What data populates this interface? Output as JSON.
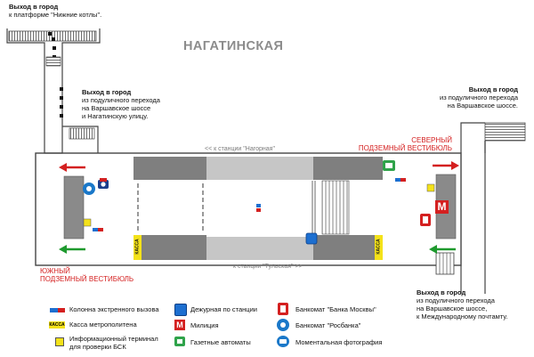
{
  "station": {
    "name": "НАГАТИНСКАЯ"
  },
  "exits": {
    "top_left": {
      "title": "Выход в город",
      "text": "к платформе \"Нижние котлы\"."
    },
    "mid_left": {
      "title": "Выход в город",
      "lines": [
        "из подуличного перехода",
        "на Варшавское шоссе",
        "и Нагатинскую улицу."
      ]
    },
    "top_right": {
      "title": "Выход в город",
      "lines": [
        "из подуличного перехода",
        "на Варшавское шоссе."
      ]
    },
    "bottom_right": {
      "title": "Выход в город",
      "lines": [
        "из подуличного перехода",
        "на Варшавское шоссе,",
        "к Международному почтамту."
      ]
    }
  },
  "directions": {
    "north": "<< к станции \"Нагорная\"",
    "south": "к станции \"Тульская\" >>"
  },
  "vestibules": {
    "north": [
      "СЕВЕРНЫЙ",
      "ПОДЗЕМНЫЙ ВЕСТИБЮЛЬ"
    ],
    "south": [
      "ЮЖНЫЙ",
      "ПОДЗЕМНЫЙ ВЕСТИБЮЛЬ"
    ]
  },
  "booth_label": "КАССА",
  "metro_logo": "М",
  "legend": [
    {
      "icon": "emergency-column-icon",
      "label": [
        "Колонна экстренного вызова"
      ]
    },
    {
      "icon": "ticket-office-icon",
      "badge": "КАССА",
      "label": [
        "Касса метрополитена"
      ]
    },
    {
      "icon": "info-terminal-icon",
      "label": [
        "Информационный терминал",
        "для проверки БСК"
      ]
    },
    {
      "icon": "duty-officer-icon",
      "label": [
        "Дежурная по станции"
      ]
    },
    {
      "icon": "police-icon",
      "badge": "М",
      "label": [
        "Милиция"
      ]
    },
    {
      "icon": "newspaper-vending-icon",
      "label": [
        "Газетные автоматы"
      ]
    },
    {
      "icon": "atm-bank-moscow-icon",
      "label": [
        "Банкомат \"Банка Москвы\""
      ]
    },
    {
      "icon": "atm-rosbank-icon",
      "label": [
        "Банкомат \"Росбанка\""
      ]
    },
    {
      "icon": "photo-booth-icon",
      "label": [
        "Моментальная фотография"
      ]
    }
  ],
  "colors": {
    "red_accent": "#d42020",
    "green_accent": "#1e9a2e",
    "dark_block": "#7f7f7f",
    "light_block": "#bdbdbd",
    "blue": "#1d6fd0",
    "yellow": "#f4e21a"
  }
}
